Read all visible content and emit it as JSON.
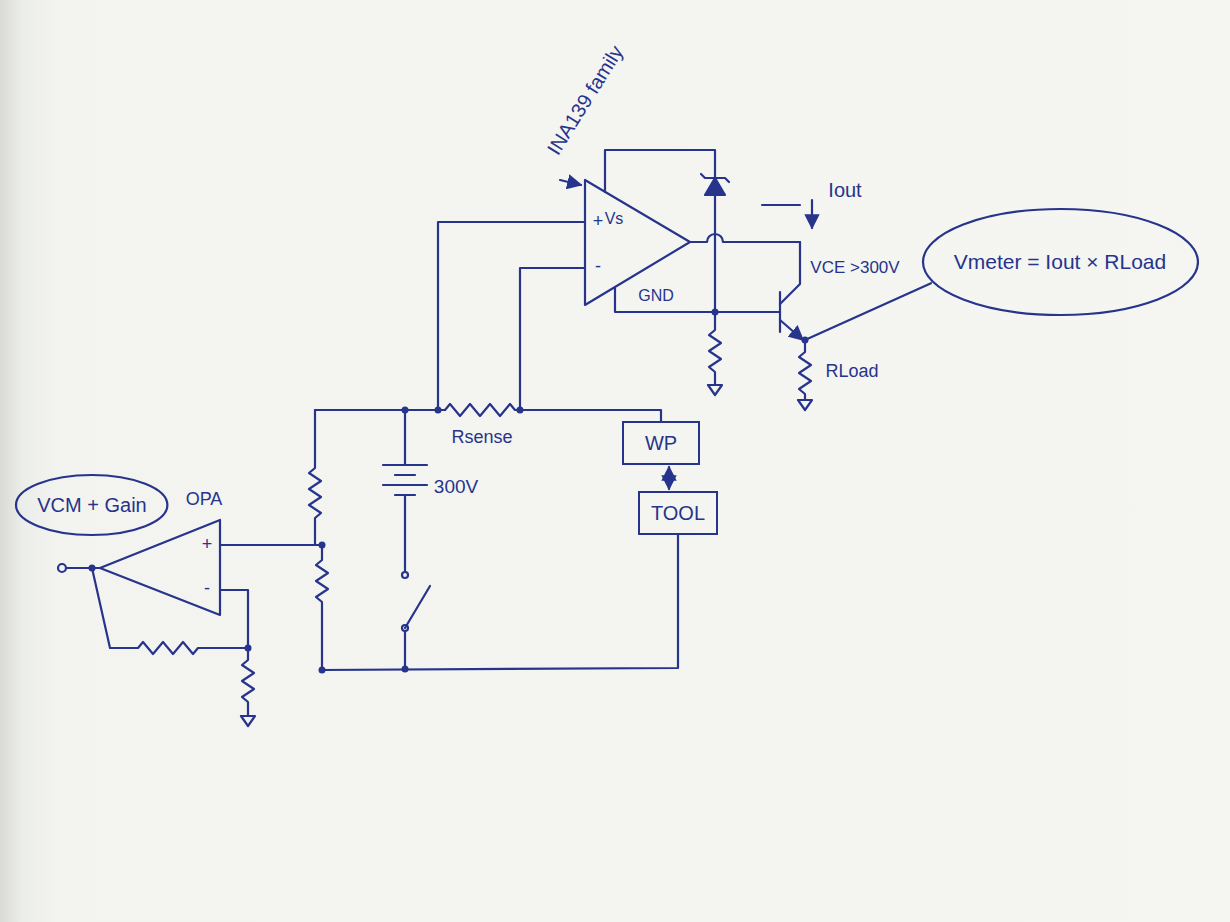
{
  "diagram": {
    "nodes": [
      {
        "text": [
          "Vmeter = Iout × RLoad"
        ]
      },
      {
        "text": [
          "WP"
        ]
      },
      {
        "text": [
          "TOOL"
        ]
      },
      {
        "text": [
          "VCM + Gain"
        ]
      }
    ],
    "edges": [
      {
        "from": 1,
        "to": 2,
        "arrow": "both"
      }
    ],
    "labels": [
      "INA139 family",
      "Vs",
      "+",
      "-",
      "GND",
      "Iout",
      "VCE >300V",
      "Rsense",
      "300V",
      "RLoad",
      "OPA",
      "+",
      "-"
    ]
  }
}
